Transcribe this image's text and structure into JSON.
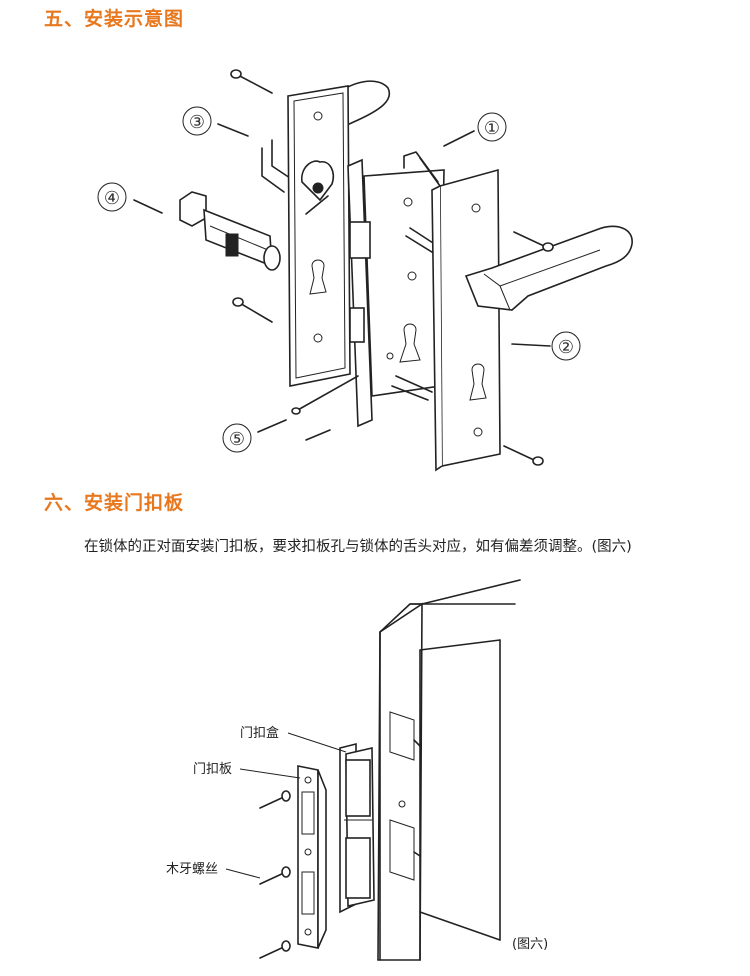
{
  "section5": {
    "title": "五、安装示意图"
  },
  "section6": {
    "title": "六、安装门扣板",
    "description": "在锁体的正对面安装门扣板，要求扣板孔与锁体的舌头对应，如有偏差须调整。(图六)"
  },
  "figure5": {
    "callouts": [
      "①",
      "②",
      "③",
      "④",
      "⑤"
    ]
  },
  "figure6": {
    "labels": {
      "strike_box": "门扣盒",
      "strike_plate": "门扣板",
      "wood_screw": "木牙螺丝"
    },
    "caption": "(图六)"
  },
  "colors": {
    "heading": "#e8781e",
    "text": "#222222",
    "line_art": "#222222"
  }
}
